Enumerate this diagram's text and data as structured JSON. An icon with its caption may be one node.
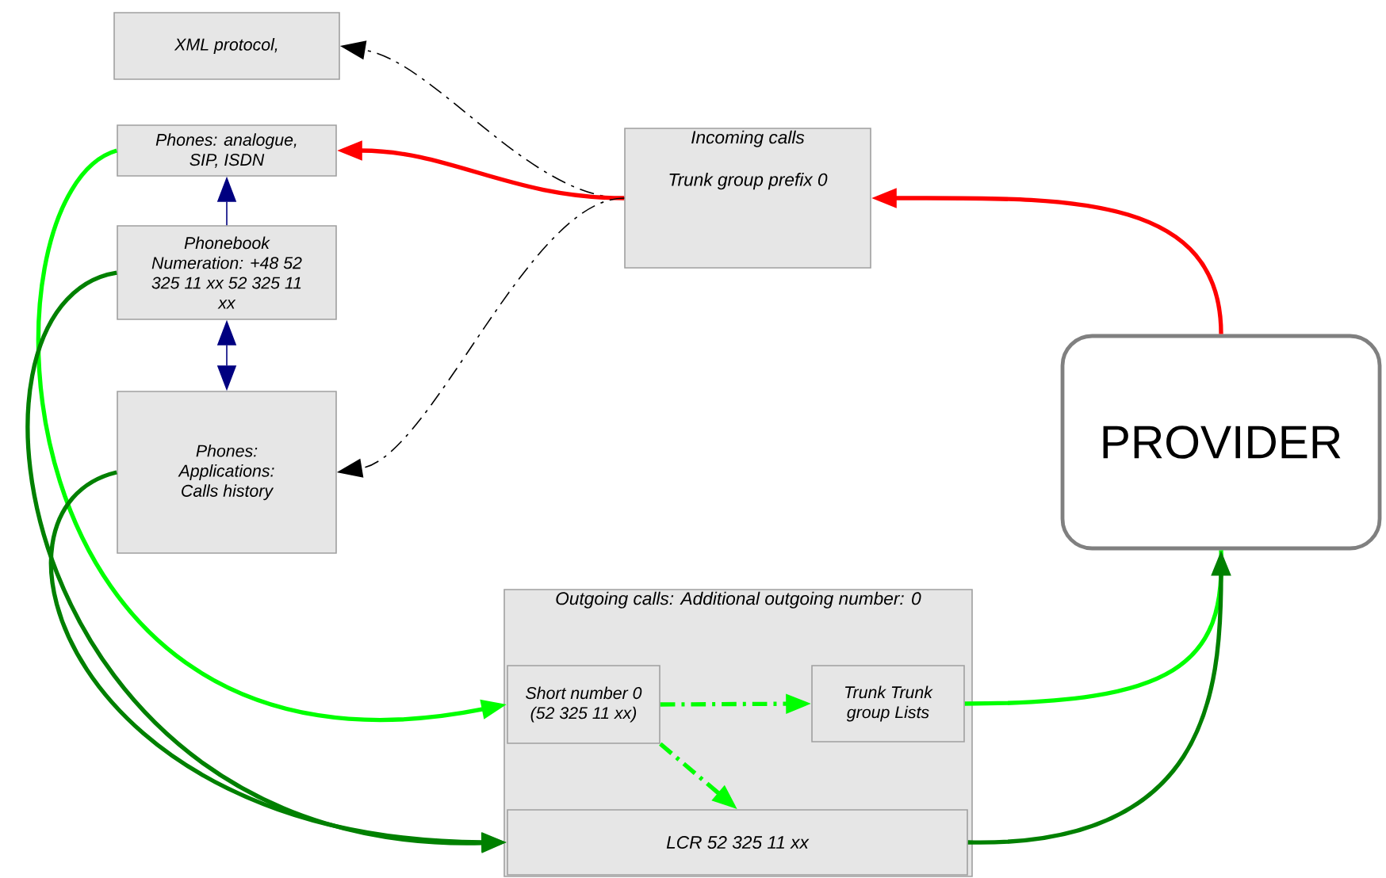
{
  "diagram": {
    "nodes": [
      {
        "text": [
          "XML protocol,"
        ]
      },
      {
        "text": [
          "Phones: analogue, SIP, ISDN"
        ]
      },
      {
        "text": [
          "Phonebook Numeration: +48 52 325 11 xx 52 325 11 xx"
        ]
      },
      {
        "text": [
          "Phones: Applications: Calls history"
        ]
      },
      {
        "text": [
          "Incoming calls",
          "Trunk group prefix 0"
        ]
      },
      {
        "text": [
          "PROVIDER"
        ]
      },
      {
        "text": [
          "Outgoing calls: Additional outgoing number: 0"
        ]
      },
      {
        "text": [
          "Short number 0 (52 325 11 xx)"
        ],
        "in": 6
      },
      {
        "text": [
          "Trunk Trunk group Lists"
        ],
        "in": 6
      },
      {
        "text": [
          "LCR 52 325 11 xx"
        ],
        "in": 6
      }
    ],
    "edges": [
      {
        "from": 4,
        "to": 0,
        "arrow": "to",
        "style": "dashed",
        "color": "#000000"
      },
      {
        "from": 4,
        "to": 1,
        "arrow": "to",
        "color": "#ff0000"
      },
      {
        "from": 4,
        "to": 3,
        "arrow": "to",
        "style": "dashed",
        "color": "#000000"
      },
      {
        "from": 5,
        "to": 4,
        "arrow": "to",
        "color": "#ff0000"
      },
      {
        "from": 2,
        "to": 1,
        "arrow": "to",
        "color": "#000080"
      },
      {
        "from": 2,
        "to": 3,
        "arrow": "both",
        "color": "#000080"
      },
      {
        "from": 1,
        "to": 7,
        "arrow": "to",
        "color": "#00ff00"
      },
      {
        "from": 2,
        "to": 9,
        "arrow": "to",
        "color": "#008000"
      },
      {
        "from": 3,
        "to": 9,
        "arrow": "to",
        "color": "#008000"
      },
      {
        "from": 7,
        "to": 8,
        "arrow": "to",
        "style": "dashed",
        "color": "#00ff00"
      },
      {
        "from": 7,
        "to": 9,
        "arrow": "to",
        "style": "dashed",
        "color": "#00ff00"
      },
      {
        "from": 8,
        "to": 5,
        "arrow": "none",
        "color": "#00ff00"
      },
      {
        "from": 9,
        "to": 5,
        "arrow": "to",
        "color": "#008000"
      }
    ]
  }
}
